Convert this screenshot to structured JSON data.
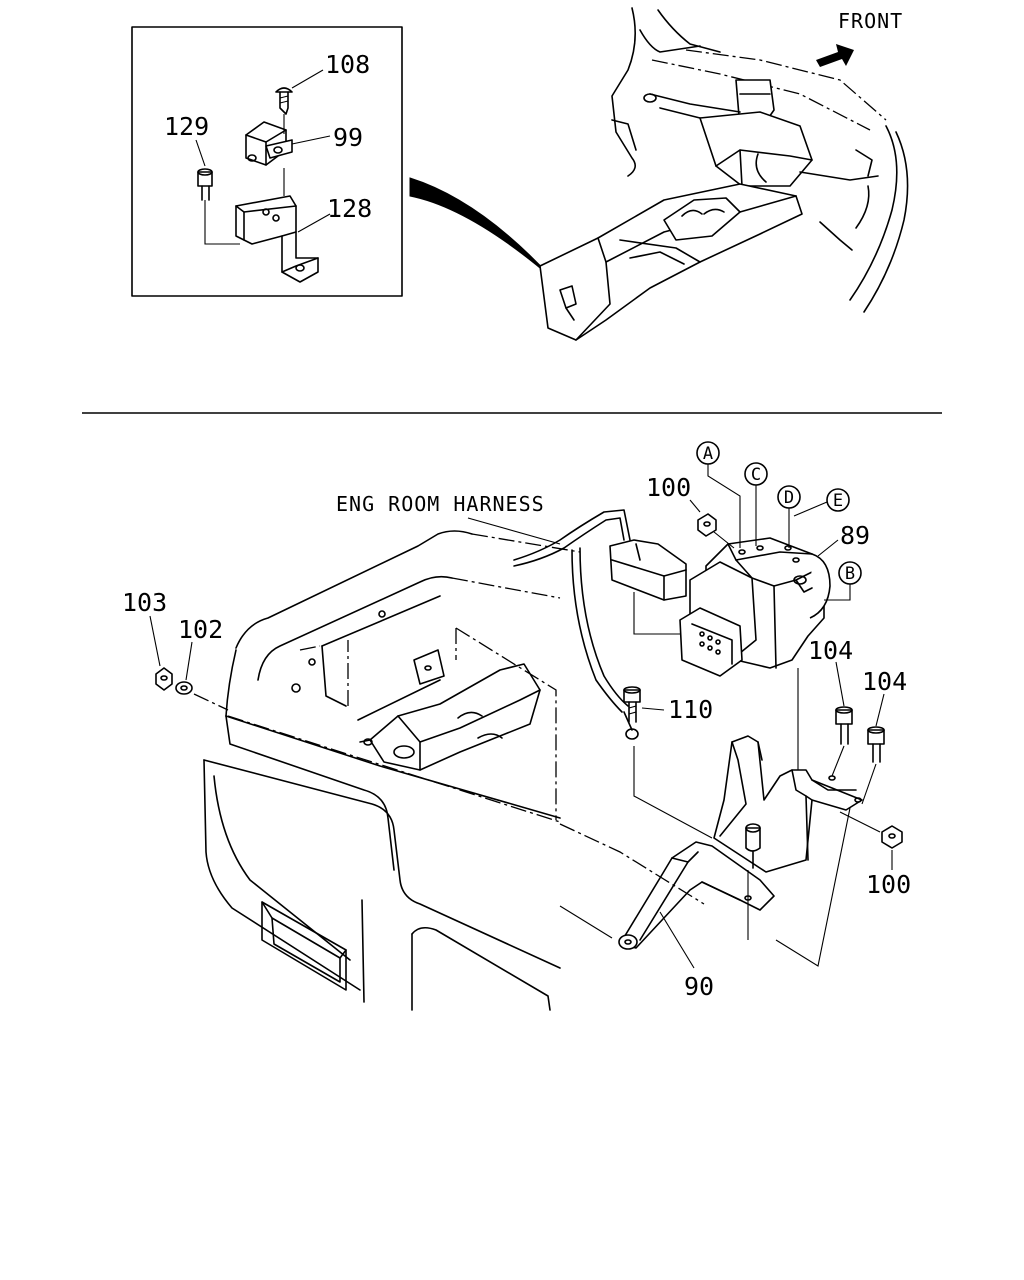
{
  "top_panel": {
    "inset_callouts": [
      "108",
      "129",
      "99",
      "128"
    ],
    "front_label": "FRONT"
  },
  "bottom_panel": {
    "harness_label": "ENG ROOM HARNESS",
    "connector_markers": [
      "A",
      "C",
      "D",
      "E",
      "B"
    ],
    "callouts": {
      "nut_upper": "100",
      "abs_unit": "89",
      "nut_left": "103",
      "washer_left": "102",
      "bolt_left": "104",
      "bolt_right": "104",
      "ground_bolt": "110",
      "nut_lower": "100",
      "bracket": "90"
    }
  }
}
